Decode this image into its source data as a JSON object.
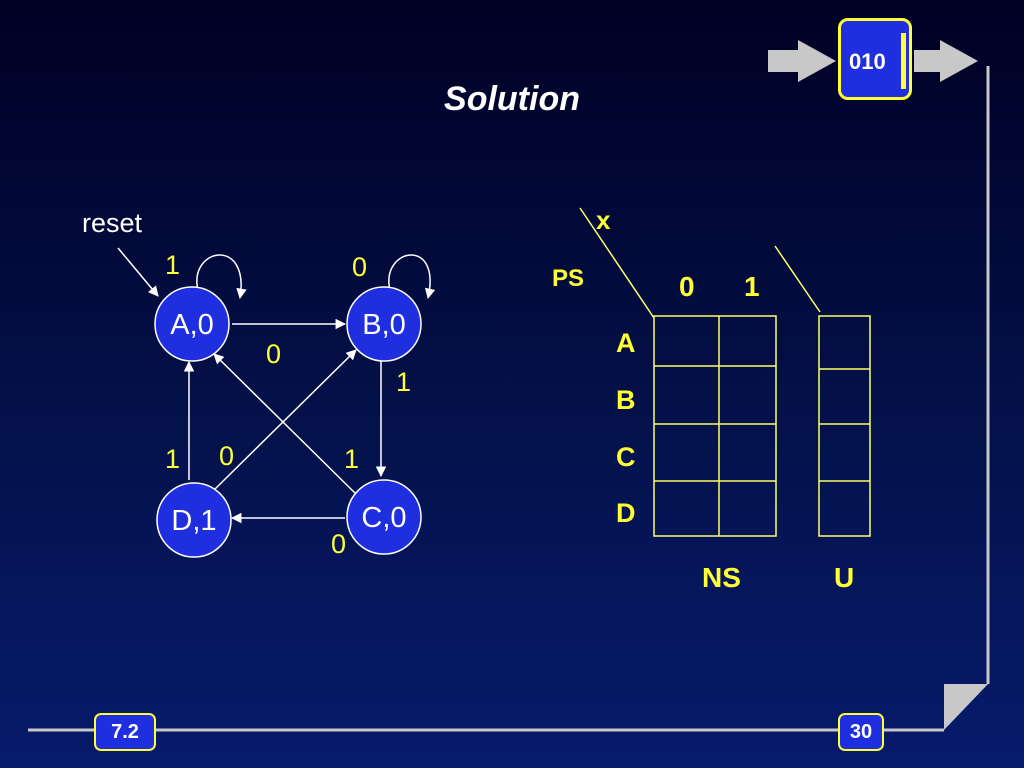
{
  "slide": {
    "title": "Solution",
    "sequence_input": "010",
    "section_number": "7.2",
    "page_number": "30"
  },
  "state_diagram": {
    "reset_label": "reset",
    "states": [
      {
        "id": "A",
        "label": "A,0"
      },
      {
        "id": "B",
        "label": "B,0"
      },
      {
        "id": "C",
        "label": "C,0"
      },
      {
        "id": "D",
        "label": "D,1"
      }
    ],
    "transitions": [
      {
        "from": "A",
        "to": "A",
        "label": "1"
      },
      {
        "from": "B",
        "to": "B",
        "label": "0"
      },
      {
        "from": "A",
        "to": "B",
        "label": "0"
      },
      {
        "from": "B",
        "to": "C",
        "label": "1"
      },
      {
        "from": "C",
        "to": "D",
        "label": "0"
      },
      {
        "from": "D",
        "to": "A",
        "label": "1"
      },
      {
        "from": "D",
        "to": "B",
        "label": "0"
      },
      {
        "from": "C",
        "to": "A",
        "label": "1"
      }
    ]
  },
  "state_table": {
    "input_label": "x",
    "present_state_label": "PS",
    "input_values": [
      "0",
      "1"
    ],
    "rows": [
      "A",
      "B",
      "C",
      "D"
    ],
    "next_state_label": "NS",
    "output_label": "U"
  },
  "colors": {
    "node_fill": "#1f2fe0",
    "accent": "#ffff33",
    "table_line": "#ffff66"
  }
}
